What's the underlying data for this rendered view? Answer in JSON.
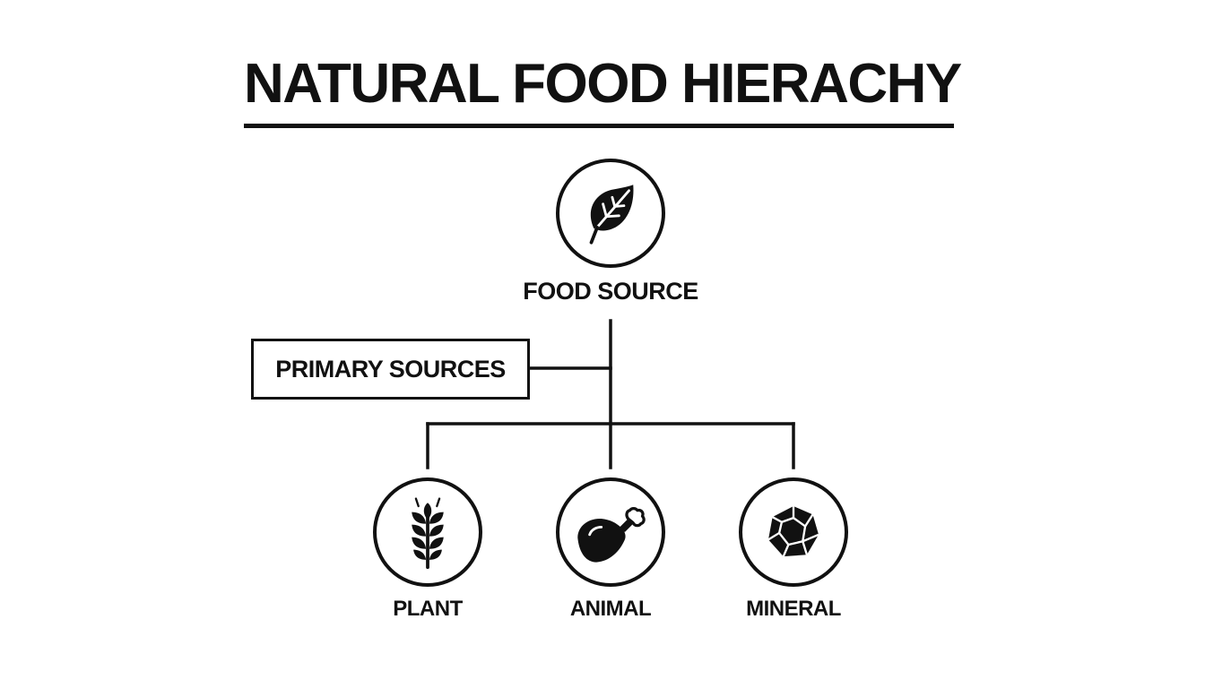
{
  "title": "NATURAL FOOD HIERACHY",
  "root": {
    "label": "FOOD SOURCE",
    "icon": "leaf-icon"
  },
  "category_box": {
    "label": "PRIMARY SOURCES"
  },
  "children": [
    {
      "label": "PLANT",
      "icon": "wheat-icon"
    },
    {
      "label": "ANIMAL",
      "icon": "drumstick-icon"
    },
    {
      "label": "MINERAL",
      "icon": "gem-icon"
    }
  ],
  "colors": {
    "ink": "#111111",
    "background": "#ffffff"
  }
}
